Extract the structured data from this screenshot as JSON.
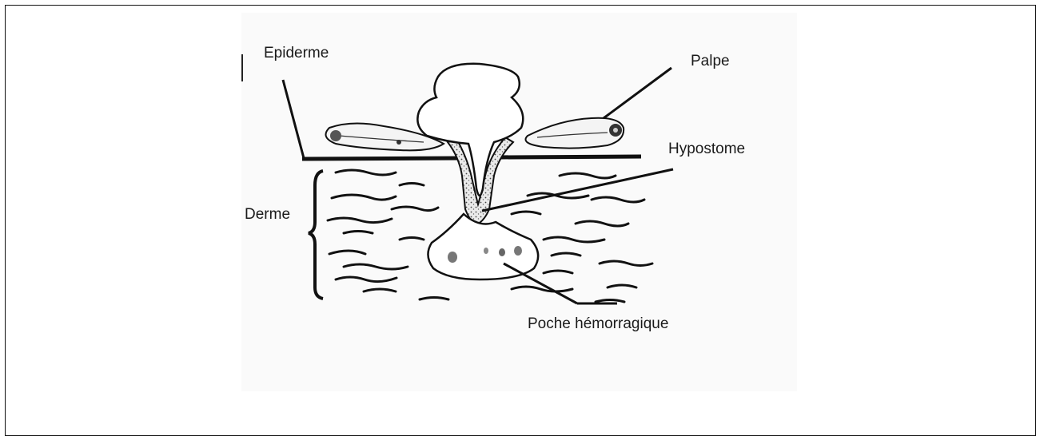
{
  "labels": {
    "epiderme": "Epiderme",
    "palpe": "Palpe",
    "hypostome": "Hypostome",
    "derme": "Derme",
    "poche": "Poche hémorragique"
  }
}
